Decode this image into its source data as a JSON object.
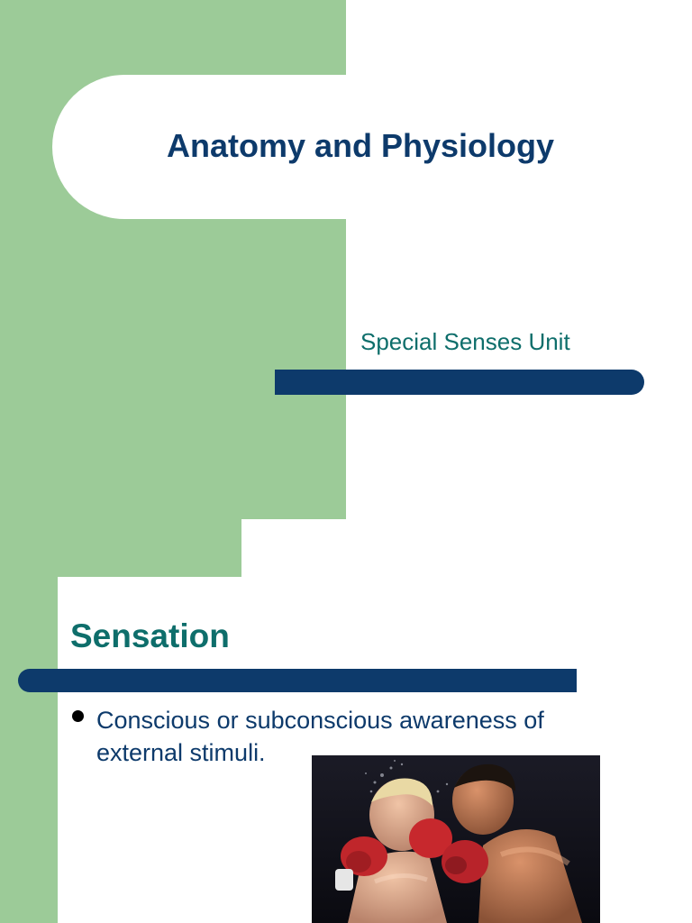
{
  "slide1": {
    "title": "Anatomy and Physiology",
    "subtitle": "Special Senses Unit"
  },
  "slide2": {
    "heading": "Sensation",
    "bullets": [
      {
        "text": "Conscious or subconscious awareness of external stimuli."
      }
    ],
    "image": {
      "icon": "boxing-photo",
      "subject": "photo"
    }
  },
  "colors": {
    "green": "#9ccb98",
    "navy": "#0d3a6b",
    "teal": "#0e6e6b"
  }
}
